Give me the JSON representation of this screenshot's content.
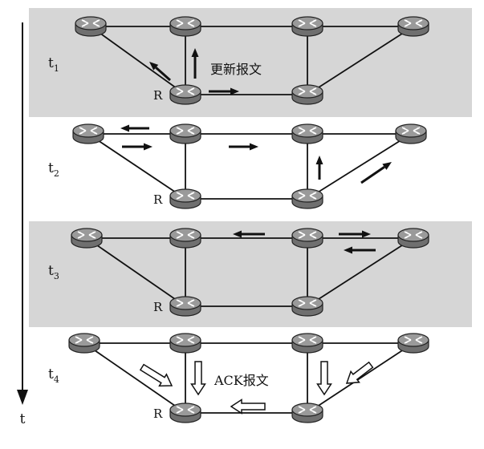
{
  "colors": {
    "panel_shaded": "#d6d6d6",
    "panel_plain": "#ffffff",
    "link": "#111111",
    "arrow": "#111111",
    "router_body": "#6f6f6f",
    "router_top": "#9a9a9a"
  },
  "time_axis": {
    "label": "t"
  },
  "stages": [
    {
      "id": "t1",
      "base": "t",
      "sub": "1",
      "shaded": true,
      "message_label": "更新报文",
      "arrow_style": "solid"
    },
    {
      "id": "t2",
      "base": "t",
      "sub": "2",
      "shaded": false,
      "message_label": "",
      "arrow_style": "solid"
    },
    {
      "id": "t3",
      "base": "t",
      "sub": "3",
      "shaded": true,
      "message_label": "",
      "arrow_style": "solid"
    },
    {
      "id": "t4",
      "base": "t",
      "sub": "4",
      "shaded": false,
      "message_label": "ACK报文",
      "arrow_style": "hollow"
    }
  ],
  "topology": {
    "root_label": "R",
    "routers": [
      "r1",
      "r2",
      "r3",
      "r4",
      "R",
      "r6"
    ],
    "links": [
      [
        "r1",
        "r2"
      ],
      [
        "r2",
        "r3"
      ],
      [
        "r3",
        "r4"
      ],
      [
        "r1",
        "R"
      ],
      [
        "r2",
        "R"
      ],
      [
        "R",
        "r6"
      ],
      [
        "r3",
        "r6"
      ],
      [
        "r4",
        "r6"
      ]
    ]
  }
}
